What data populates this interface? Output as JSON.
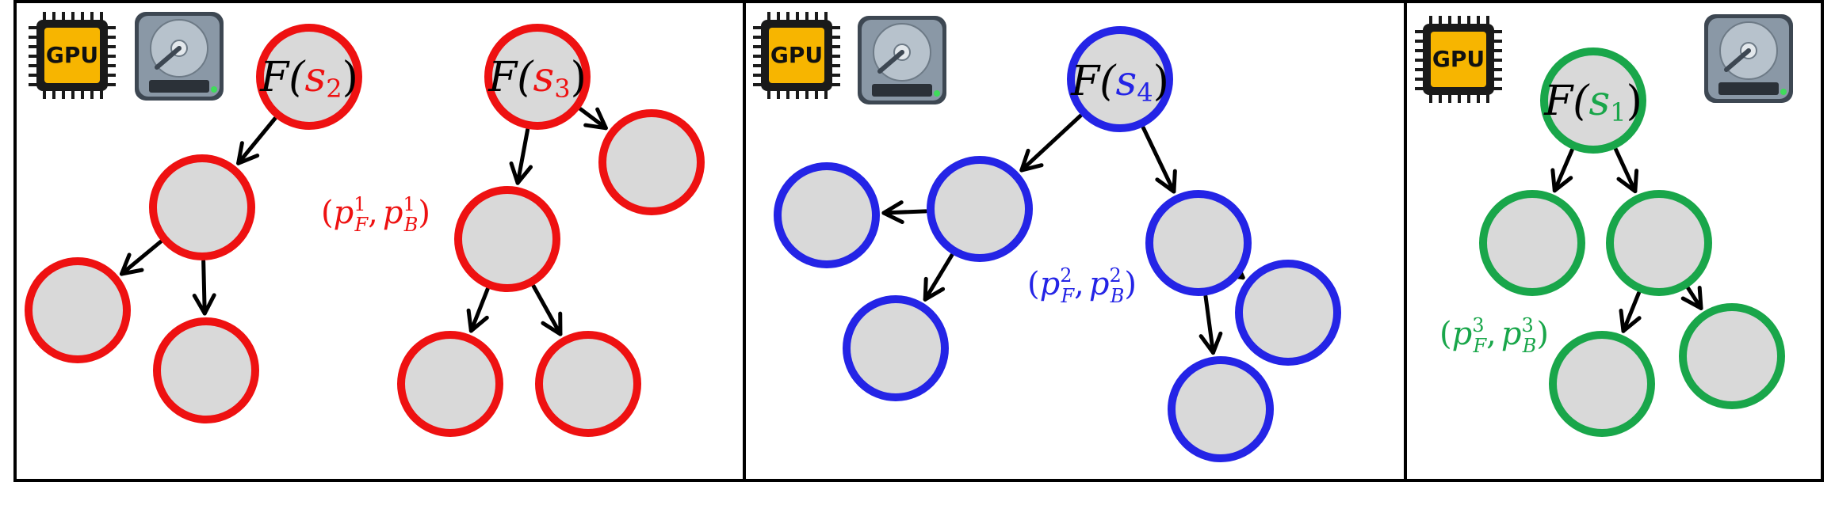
{
  "colors": {
    "panel1": "#ee1111",
    "panel2": "#2424e6",
    "panel3": "#19a64a",
    "node_fill": "#d9d9d9",
    "arrow": "#000000",
    "gpu_body": "#f7b500",
    "gpu_pins": "#1a1a1a"
  },
  "icons": {
    "gpu": "gpu-chip-icon",
    "disk": "hard-drive-icon",
    "gpu_label": "GPU"
  },
  "panels": [
    {
      "id": "panel-1",
      "roots": [
        {
          "fn": "F(",
          "arg_sym": "s",
          "arg_sub": "2",
          "close": ")"
        },
        {
          "fn": "F(",
          "arg_sym": "s",
          "arg_sub": "3",
          "close": ")"
        }
      ],
      "param": {
        "open": "(",
        "p1": "p",
        "p1_sub": "F",
        "p1_sup": "1",
        "sep": ",",
        "p2": "p",
        "p2_sub": "B",
        "p2_sup": "1",
        "close": ")"
      }
    },
    {
      "id": "panel-2",
      "roots": [
        {
          "fn": "F(",
          "arg_sym": "s",
          "arg_sub": "4",
          "close": ")"
        }
      ],
      "param": {
        "open": "(",
        "p1": "p",
        "p1_sub": "F",
        "p1_sup": "2",
        "sep": ",",
        "p2": "p",
        "p2_sub": "B",
        "p2_sup": "2",
        "close": ")"
      }
    },
    {
      "id": "panel-3",
      "roots": [
        {
          "fn": "F(",
          "arg_sym": "s",
          "arg_sub": "1",
          "close": ")"
        }
      ],
      "param": {
        "open": "(",
        "p1": "p",
        "p1_sub": "F",
        "p1_sup": "3",
        "sep": ",",
        "p2": "p",
        "p2_sub": "B",
        "p2_sup": "3",
        "close": ")"
      }
    }
  ]
}
